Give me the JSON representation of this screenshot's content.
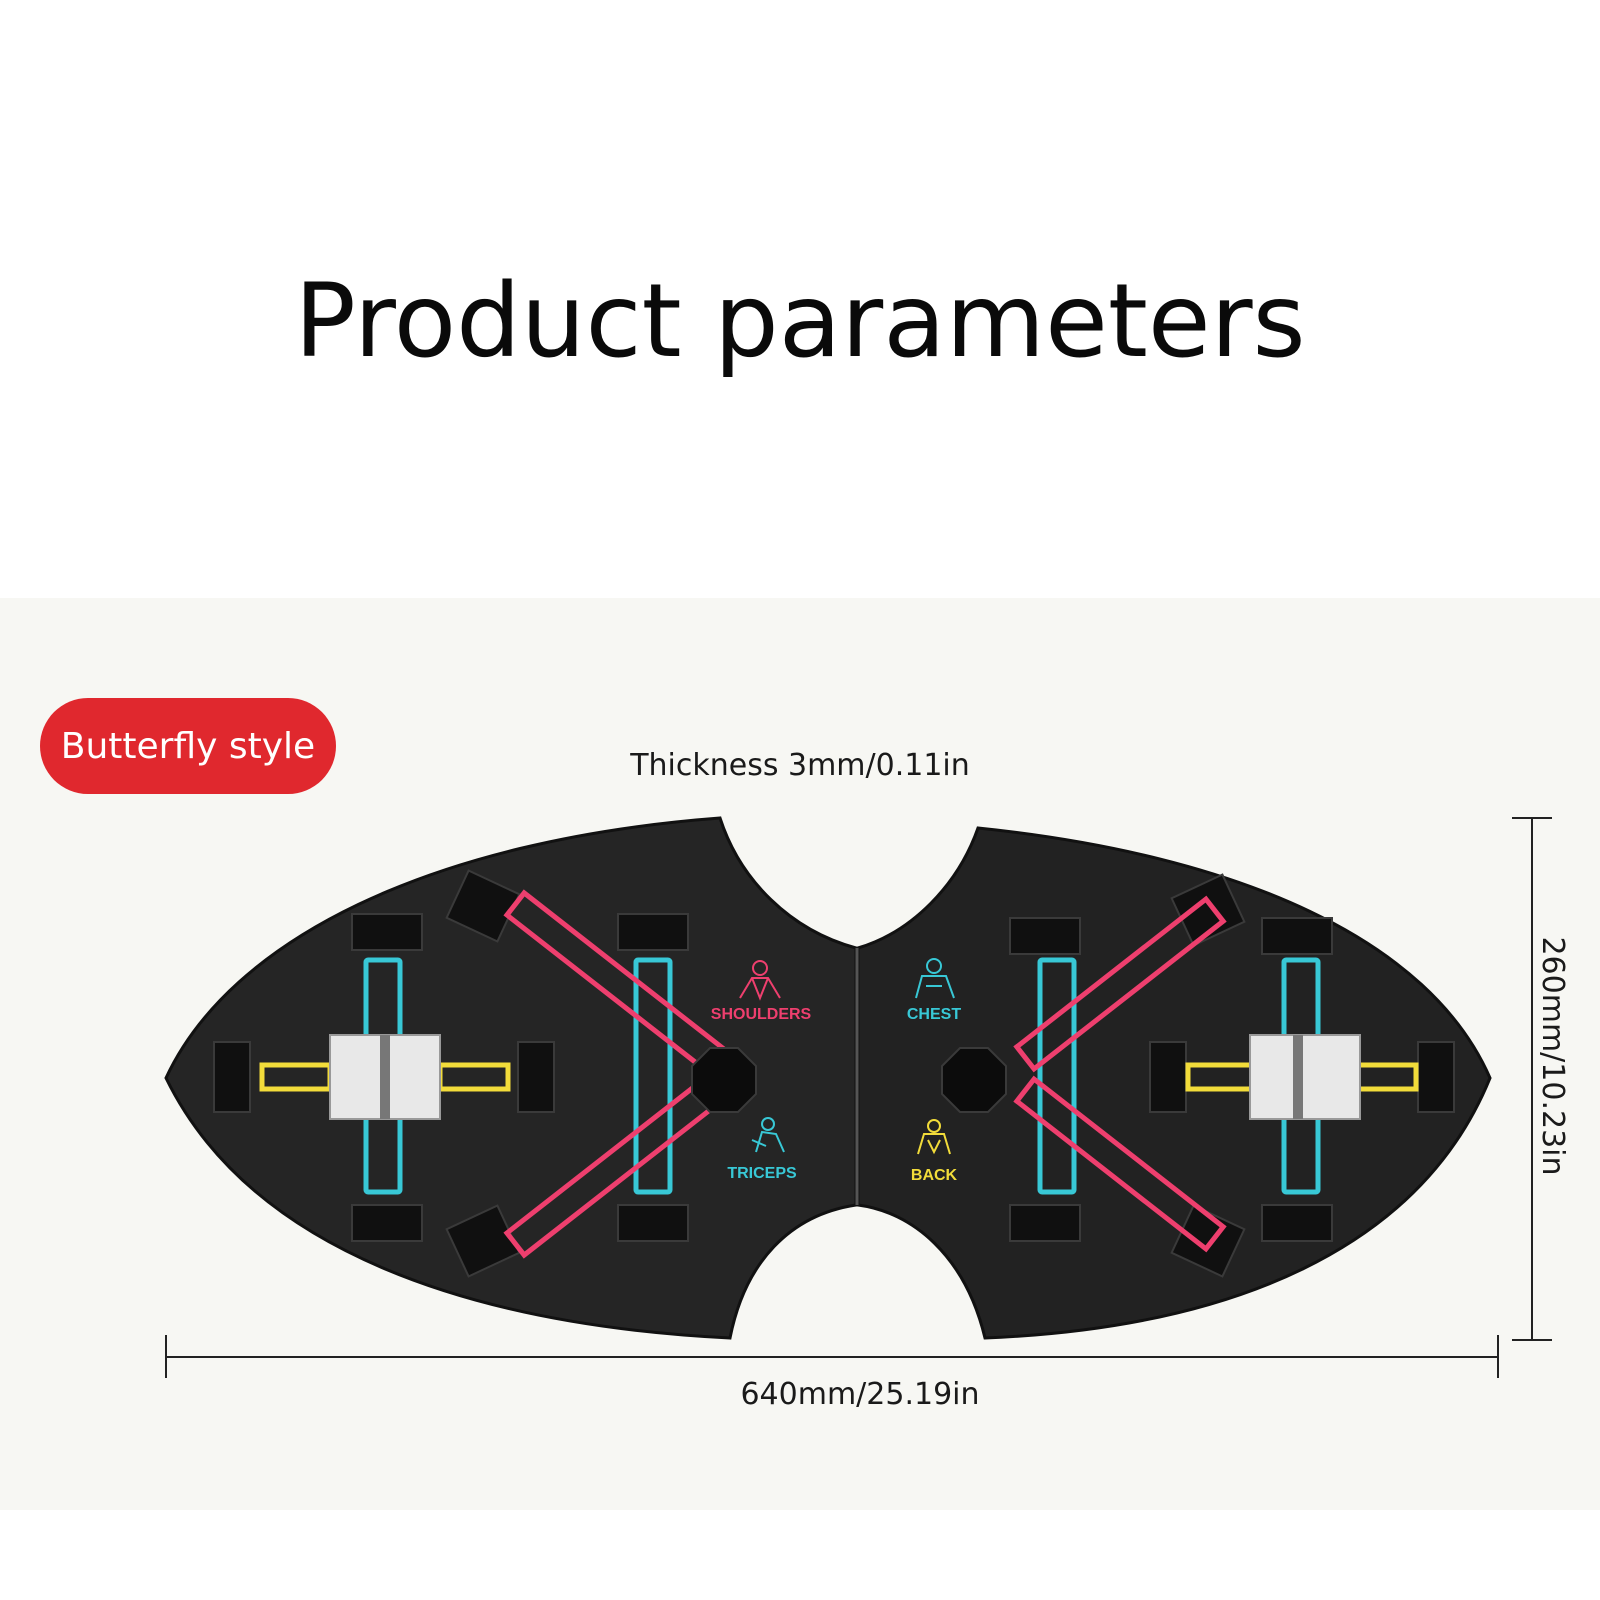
{
  "title": "Product parameters",
  "badge": "Butterfly style",
  "thickness": "Thickness 3mm/0.11in",
  "width": "640mm/25.19in",
  "height": "260mm/10.23in",
  "labels": {
    "shoulders": "SHOULDERS",
    "chest": "CHEST",
    "triceps": "TRICEPS",
    "back": "BACK"
  },
  "colors": {
    "badge": "#e0282e",
    "board": "#252525",
    "pink": "#ee3f6e",
    "cyan": "#38c8d6",
    "yellow": "#f2dc3a"
  }
}
